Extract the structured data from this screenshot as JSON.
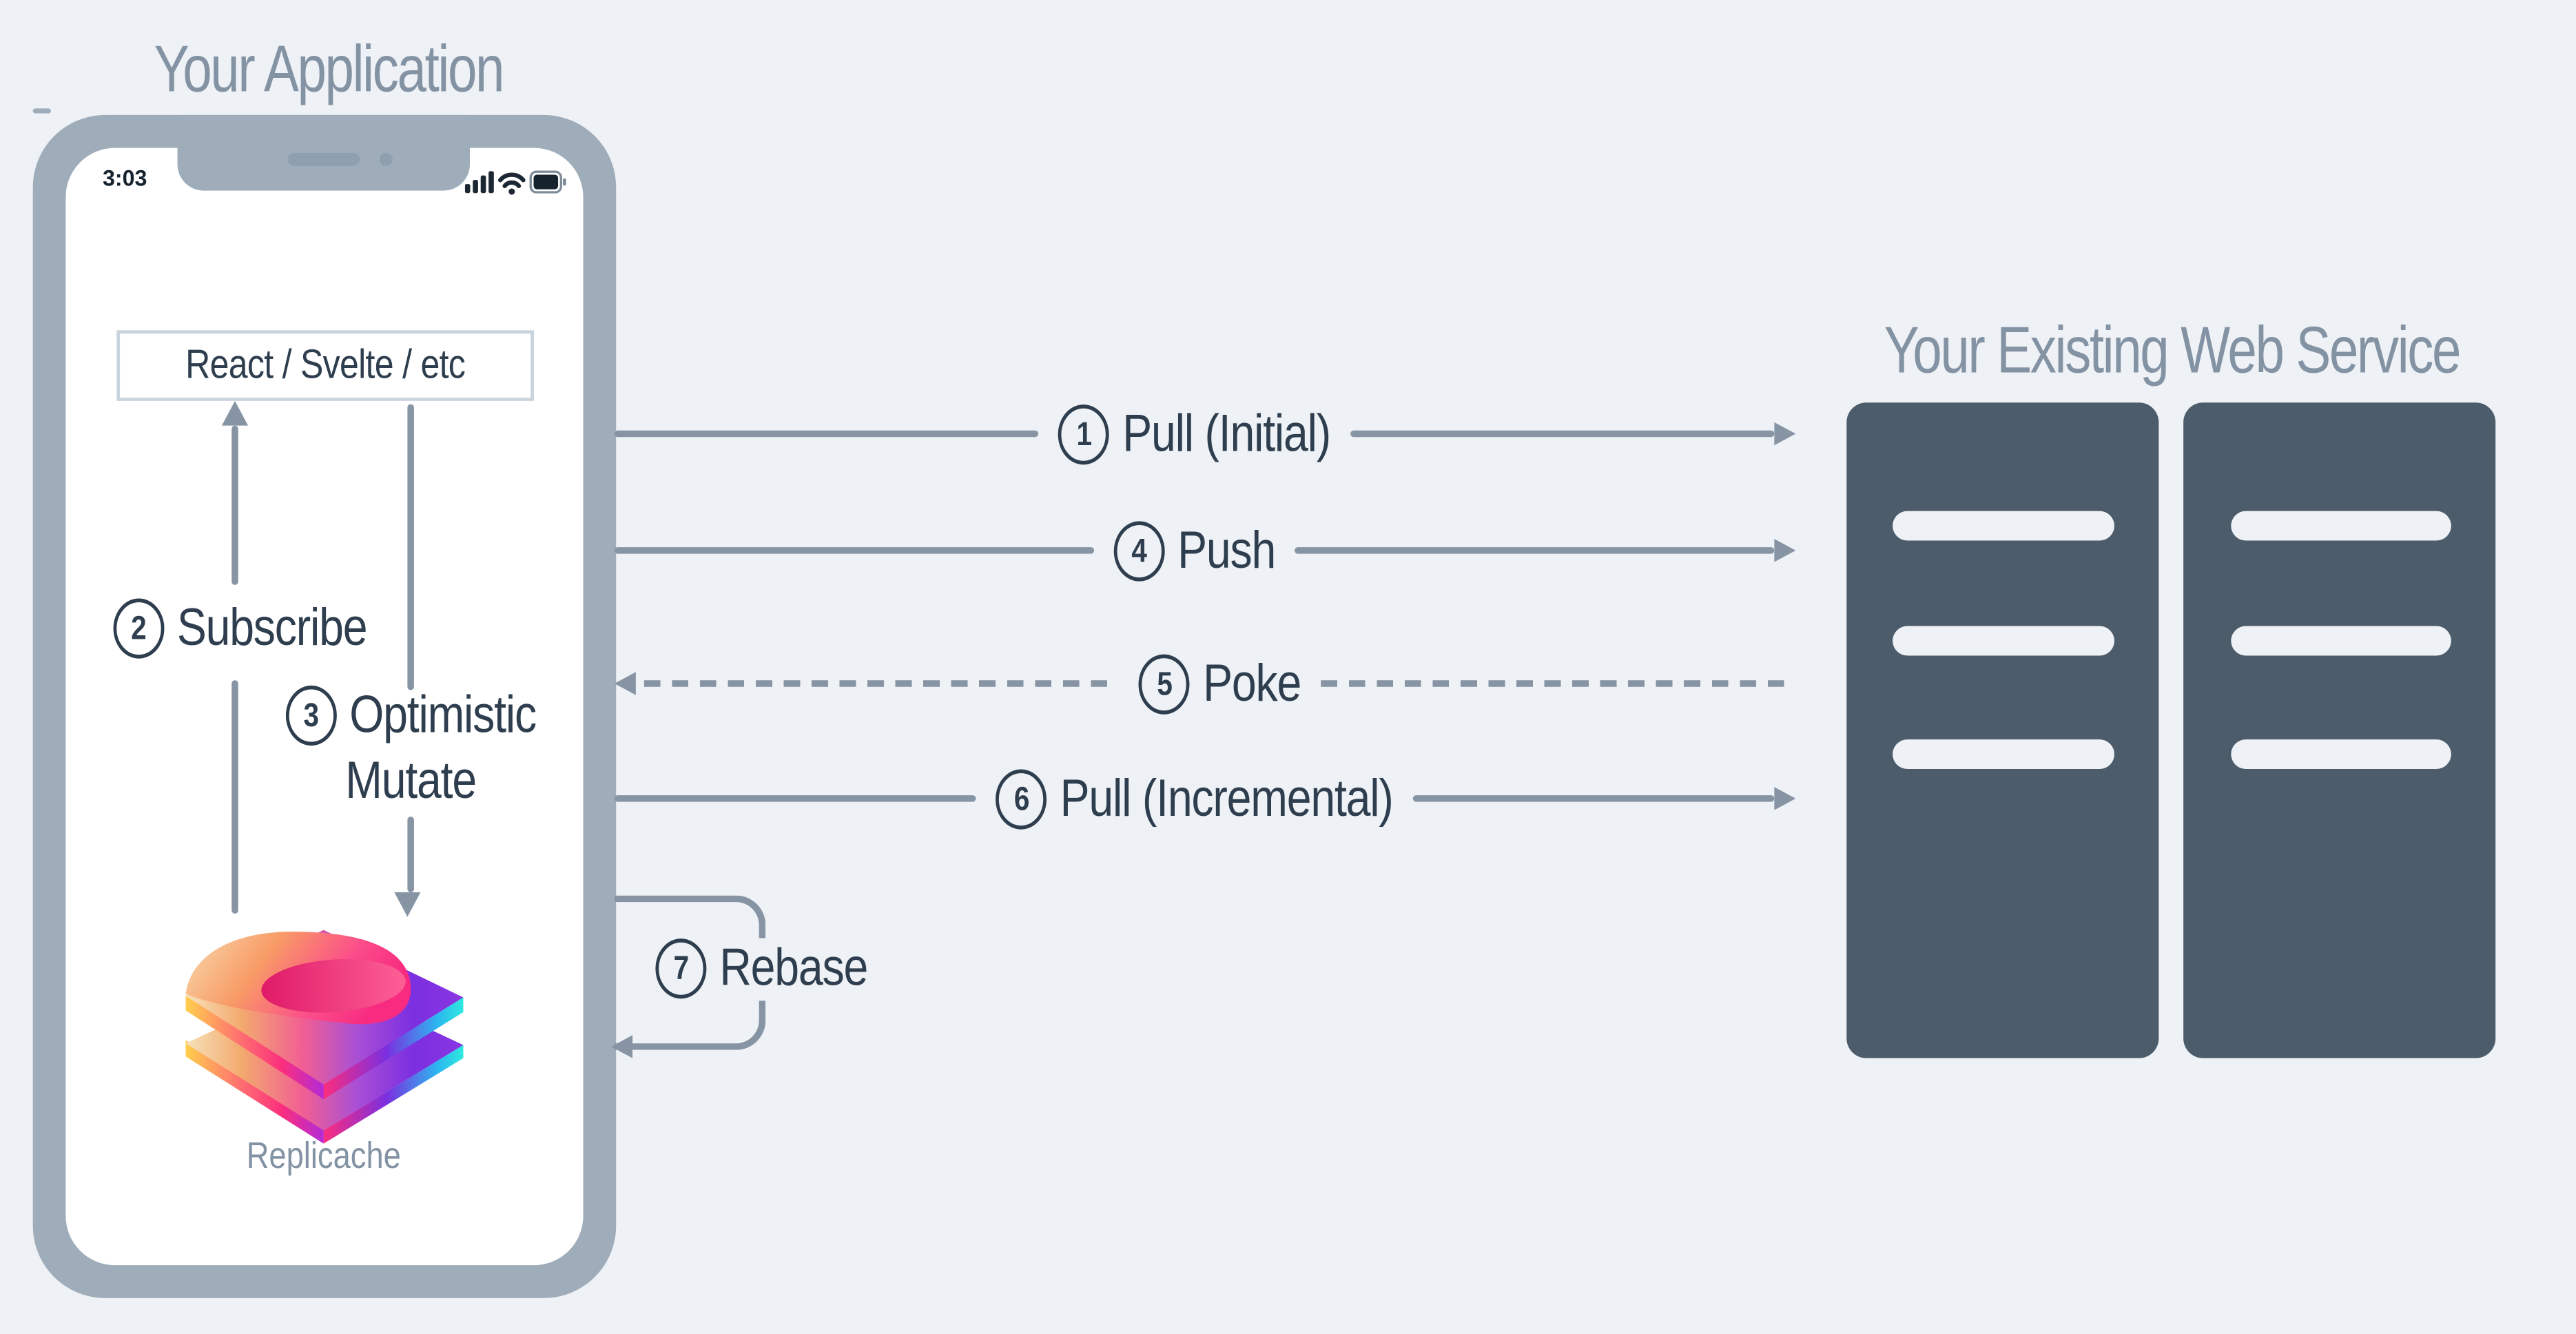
{
  "app": {
    "title": "Your Application"
  },
  "phone": {
    "status_time": "3:03",
    "status_icons": [
      "signal-bars-icon",
      "wifi-icon",
      "battery-icon"
    ],
    "ui_framework_label": "React / Svelte / etc",
    "logo_caption": "Replicache"
  },
  "service": {
    "title": "Your Existing Web Service"
  },
  "flows": {
    "pull_initial": {
      "num": "1",
      "label": "Pull (Initial)"
    },
    "subscribe": {
      "num": "2",
      "label": "Subscribe"
    },
    "optimistic_mutate": {
      "num": "3",
      "line1": "Optimistic",
      "line2": "Mutate"
    },
    "push": {
      "num": "4",
      "label": "Push"
    },
    "poke": {
      "num": "5",
      "label": "Poke"
    },
    "pull_incremental": {
      "num": "6",
      "label": "Pull (Incremental)"
    },
    "rebase": {
      "num": "7",
      "label": "Rebase"
    }
  },
  "colors": {
    "background": "#eef1f5",
    "phone_bezel": "#9fadba",
    "line_gray": "#8694a4",
    "dark_text": "#2e3e4e",
    "muted_text": "#8493a4",
    "server_fill": "#4c5c6b",
    "server_bar": "#eef1f5",
    "ui_box_border": "#c9d4de",
    "logo_pink": "#fb4d8a",
    "logo_purple": "#7b2fe0",
    "logo_cyan": "#2fe9df",
    "logo_orange": "#f6a96b"
  }
}
